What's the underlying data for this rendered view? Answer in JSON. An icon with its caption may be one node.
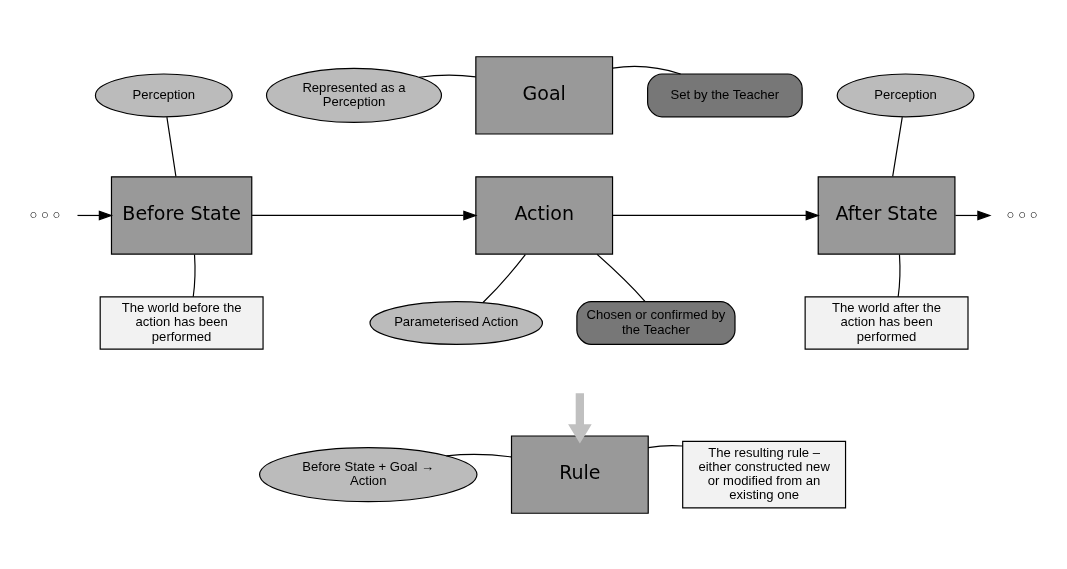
{
  "diagram": {
    "nodes": [
      {
        "text": [
          "Goal"
        ]
      },
      {
        "text": [
          "Represented as a Perception"
        ]
      },
      {
        "text": [
          "Set by the Teacher"
        ]
      },
      {
        "text": [
          "Perception"
        ]
      },
      {
        "text": [
          "Before State"
        ]
      },
      {
        "text": [
          "Action"
        ]
      },
      {
        "text": [
          "After State"
        ]
      },
      {
        "text": [
          "Perception"
        ]
      },
      {
        "text": [
          "The world before the action has been performed"
        ]
      },
      {
        "text": [
          "Parameterised Action"
        ]
      },
      {
        "text": [
          "Chosen or confirmed by the Teacher"
        ]
      },
      {
        "text": [
          "The world after the action has been performed"
        ]
      },
      {
        "text": [
          "Rule"
        ]
      },
      {
        "text": [
          "Before State + Goal → Action"
        ]
      },
      {
        "text": [
          "The resulting rule – either constructed new or modified from an existing one"
        ]
      },
      {
        "text": [
          "○ ○ ○"
        ]
      },
      {
        "text": [
          "○ ○ ○"
        ]
      }
    ],
    "edges": [
      {
        "from": 1,
        "to": 0,
        "arrow": "none"
      },
      {
        "from": 2,
        "to": 0,
        "arrow": "none"
      },
      {
        "from": 3,
        "to": 4,
        "arrow": "none"
      },
      {
        "from": 7,
        "to": 6,
        "arrow": "none"
      },
      {
        "from": 15,
        "to": 4,
        "arrow": "to"
      },
      {
        "from": 4,
        "to": 5,
        "arrow": "to"
      },
      {
        "from": 5,
        "to": 6,
        "arrow": "to"
      },
      {
        "from": 6,
        "to": 16,
        "arrow": "to"
      },
      {
        "from": 8,
        "to": 4,
        "arrow": "none"
      },
      {
        "from": 9,
        "to": 5,
        "arrow": "none"
      },
      {
        "from": 10,
        "to": 5,
        "arrow": "none"
      },
      {
        "from": 11,
        "to": 6,
        "arrow": "none"
      },
      {
        "from": null,
        "to": 12,
        "arrow": "to",
        "style": "thick",
        "color": "#c0c0c0"
      },
      {
        "from": 13,
        "to": 12,
        "arrow": "none"
      },
      {
        "from": 14,
        "to": 12,
        "arrow": "none"
      }
    ]
  }
}
